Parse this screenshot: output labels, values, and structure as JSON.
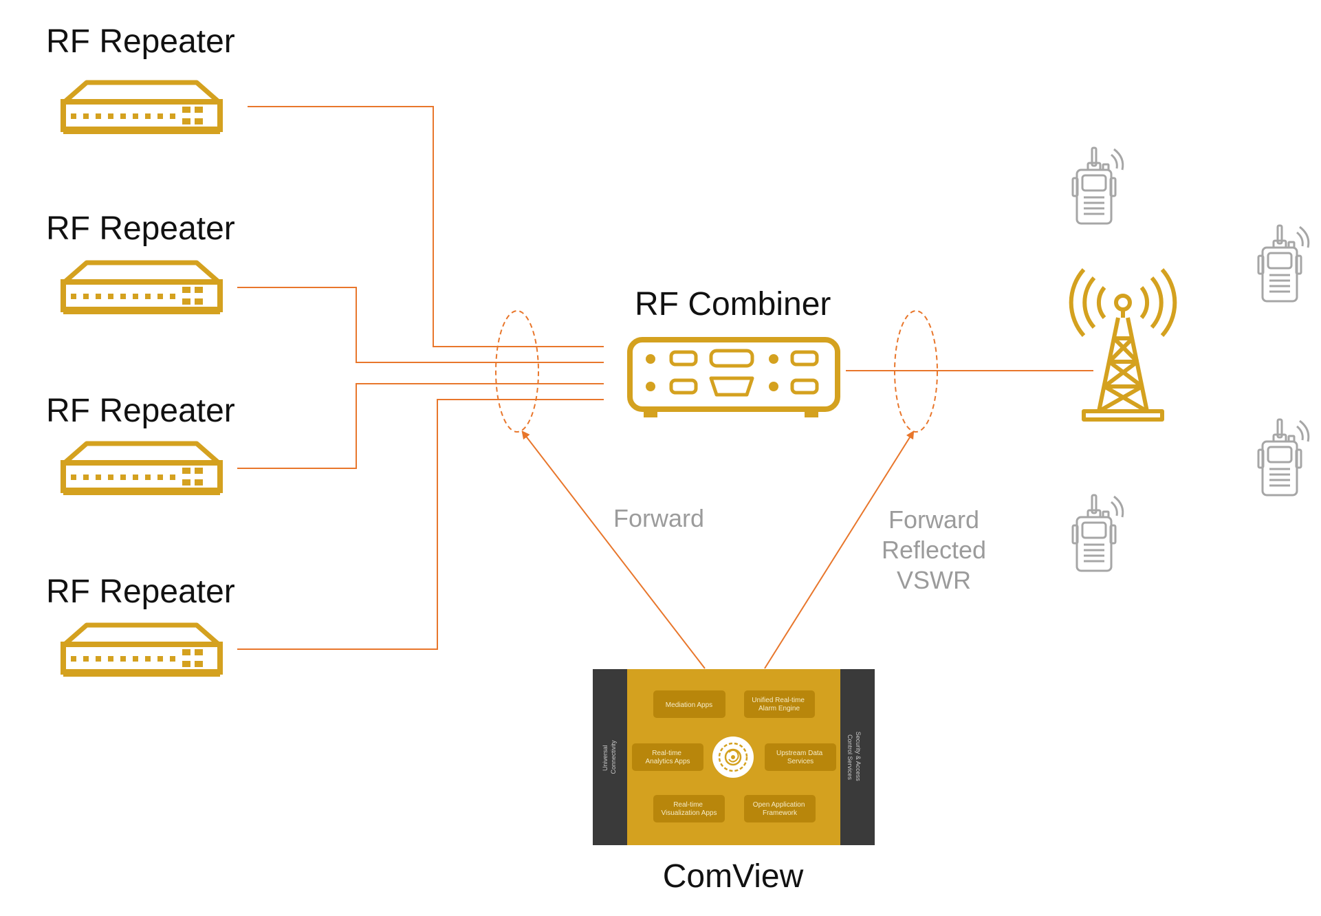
{
  "colors": {
    "accent_gold": "#D4A11F",
    "line_orange": "#E8762B",
    "panel_dark": "#3A3A3A",
    "handset_grey": "#A6A6A6",
    "label_grey": "#9B9B9B"
  },
  "repeaters": [
    {
      "label": "RF Repeater",
      "icon": "network-switch-icon"
    },
    {
      "label": "RF Repeater",
      "icon": "network-switch-icon"
    },
    {
      "label": "RF Repeater",
      "icon": "network-switch-icon"
    },
    {
      "label": "RF Repeater",
      "icon": "network-switch-icon"
    }
  ],
  "combiner": {
    "label": "RF Combiner",
    "icon": "rf-combiner-icon"
  },
  "tower": {
    "icon": "radio-tower-icon"
  },
  "handsets": {
    "icon": "two-way-radio-icon",
    "count_shown": 4
  },
  "measurements": {
    "left_label": "Forward",
    "right_lines": [
      "Forward",
      "Reflected",
      "VSWR"
    ]
  },
  "comview": {
    "label": "ComView",
    "left_panel": [
      "Universal",
      "Connectivity"
    ],
    "right_panel": [
      "Security & Access",
      "Control Services"
    ],
    "center_icon": "brain-gear-icon",
    "apps": [
      {
        "lines": [
          "Mediation Apps"
        ]
      },
      {
        "lines": [
          "Unified Real-time",
          "Alarm Engine"
        ]
      },
      {
        "lines": [
          "Real-time",
          "Analytics Apps"
        ]
      },
      {
        "lines": [
          "Upstream Data",
          "Services"
        ]
      },
      {
        "lines": [
          "Real-time",
          "Visualization Apps"
        ]
      },
      {
        "lines": [
          "Open Application",
          "Framework"
        ]
      }
    ]
  }
}
